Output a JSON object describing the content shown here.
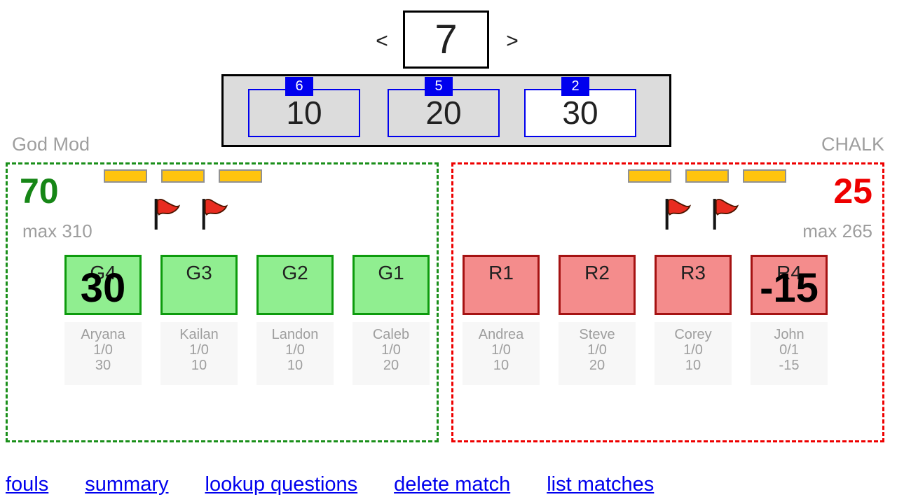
{
  "question_nav": {
    "prev_label": "<",
    "next_label": ">",
    "current_question": "7"
  },
  "points_panel": {
    "options": [
      {
        "value": "10",
        "badge": "6",
        "selected": false
      },
      {
        "value": "20",
        "badge": "5",
        "selected": false
      },
      {
        "value": "30",
        "badge": "2",
        "selected": true
      }
    ]
  },
  "left_team": {
    "name": "God Mod",
    "score": "70",
    "max_label": "max 310",
    "bonus_bar_count": 3,
    "foul_flag_count": 2,
    "players": [
      {
        "label": "G4",
        "big_value": "30",
        "name": "Aryana",
        "record": "1/0",
        "points": "30"
      },
      {
        "label": "G3",
        "name": "Kailan",
        "record": "1/0",
        "points": "10"
      },
      {
        "label": "G2",
        "name": "Landon",
        "record": "1/0",
        "points": "10"
      },
      {
        "label": "G1",
        "name": "Caleb",
        "record": "1/0",
        "points": "20"
      }
    ]
  },
  "right_team": {
    "name": "CHALK",
    "score": "25",
    "max_label": "max 265",
    "bonus_bar_count": 3,
    "foul_flag_count": 2,
    "players": [
      {
        "label": "R1",
        "name": "Andrea",
        "record": "1/0",
        "points": "10"
      },
      {
        "label": "R2",
        "name": "Steve",
        "record": "1/0",
        "points": "20"
      },
      {
        "label": "R3",
        "name": "Corey",
        "record": "1/0",
        "points": "10"
      },
      {
        "label": "R4",
        "big_value": "-15",
        "name": "John",
        "record": "0/1",
        "points": "-15"
      }
    ]
  },
  "footer": {
    "links": [
      "fouls",
      "summary",
      "lookup questions",
      "delete match",
      "list matches"
    ]
  },
  "colors": {
    "left_accent": "#168616",
    "right_accent": "#ee0000",
    "selection_blue": "#0000ee",
    "bar_orange": "#ffc40e"
  }
}
